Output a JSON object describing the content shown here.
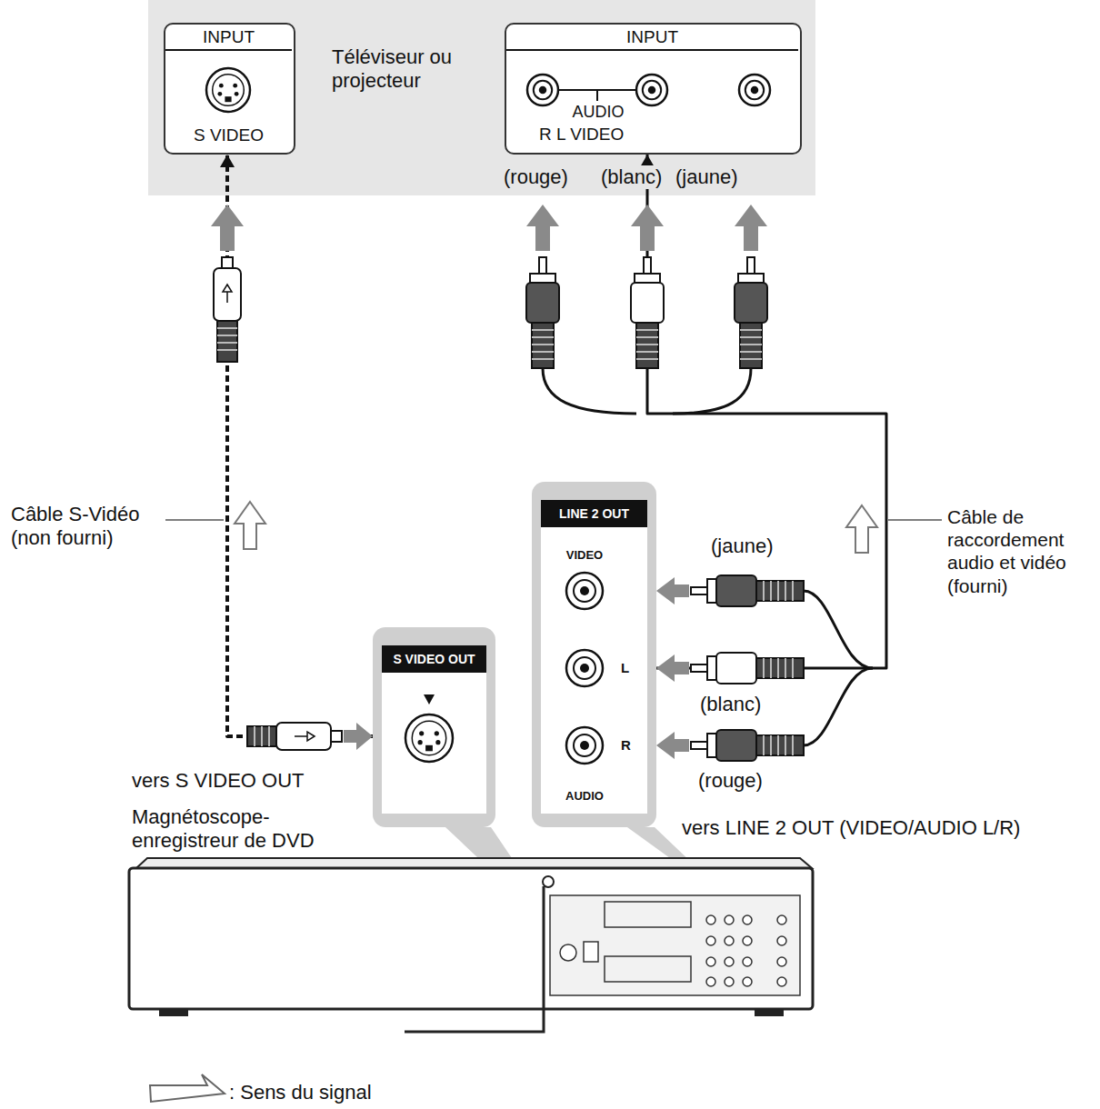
{
  "diagram": {
    "nodes": [
      {
        "text": [
          "Téléviseur ou projecteur"
        ]
      },
      {
        "text": [
          "INPUT",
          "S VIDEO"
        ],
        "in": 0
      },
      {
        "text": [
          "INPUT",
          "AUDIO",
          "R L VIDEO"
        ],
        "in": 0
      },
      {
        "text": [
          "S VIDEO OUT"
        ]
      },
      {
        "text": [
          "LINE 2 OUT",
          "VIDEO",
          "L",
          "R",
          "AUDIO"
        ]
      }
    ],
    "edges": [
      {
        "from": 3,
        "to": 1,
        "arrow": "to"
      },
      {
        "from": 4,
        "to": 2,
        "arrow": "to"
      }
    ],
    "labels": [
      "(rouge)",
      "(blanc)",
      "(jaune)",
      "Câble S-Vidéo (non fourni)",
      "Câble de raccordement audio et vidéo (fourni)",
      "(jaune)",
      "(blanc)",
      "(rouge)",
      "vers S VIDEO OUT",
      "Magnétoscope- enregistreur de DVD",
      "vers LINE 2 OUT (VIDEO/AUDIO L/R)"
    ],
    "legend": [
      {
        "text": ": Sens du signal"
      }
    ]
  }
}
